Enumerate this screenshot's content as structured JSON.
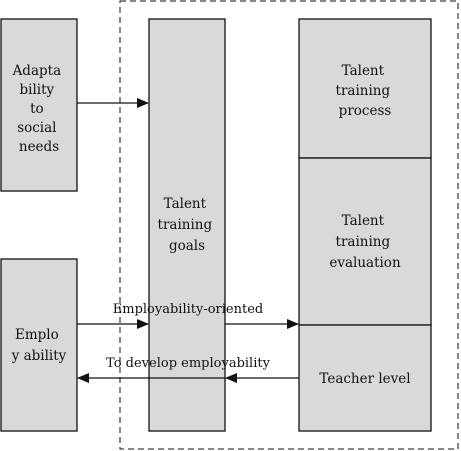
{
  "boxes": {
    "adaptability": [
      "Adapta",
      "bility",
      "to",
      "social",
      "needs"
    ],
    "employability": [
      "Emplo",
      "y ability"
    ],
    "goals": [
      "Talent",
      "training",
      "goals"
    ],
    "process": [
      "Talent",
      "training",
      "process"
    ],
    "evaluation": [
      "Talent",
      "training",
      "evaluation"
    ],
    "teacher": [
      "Teacher level"
    ]
  },
  "edges": {
    "employability_oriented": "Employability-oriented",
    "develop_employability": "To develop employability"
  },
  "colors": {
    "box_fill": "#d9d9d9",
    "stroke": "#111111"
  }
}
